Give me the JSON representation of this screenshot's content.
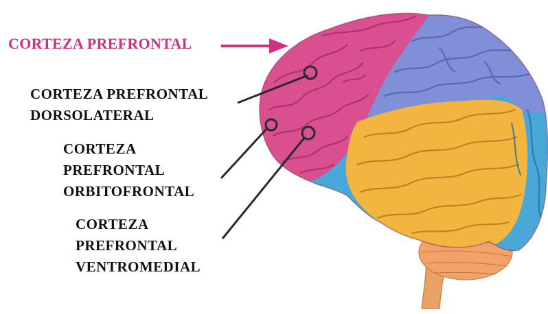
{
  "colors": {
    "prefrontal": "#d94f8f",
    "prefrontal_label": "#d1307e",
    "parietal": "#7f8fd8",
    "temporal": "#f2b640",
    "occipital": "#4aa8d8",
    "cerebellum": "#f0a46a",
    "brainstem": "#e8a266",
    "label_text": "#111111",
    "pointer": "#2a2a2a"
  },
  "labels": {
    "main": "CORTEZA PREFRONTAL",
    "dorsolateral": [
      "CORTEZA PREFRONTAL",
      "DORSOLATERAL"
    ],
    "orbitofrontal": [
      "CORTEZA",
      "PREFRONTAL",
      "ORBITOFRONTAL"
    ],
    "ventromedial": [
      "CORTEZA",
      "PREFRONTAL",
      "VENTROMEDIAL"
    ]
  },
  "icons": {
    "brain": "brain-illustration-icon",
    "arrow": "arrow-right-icon"
  }
}
